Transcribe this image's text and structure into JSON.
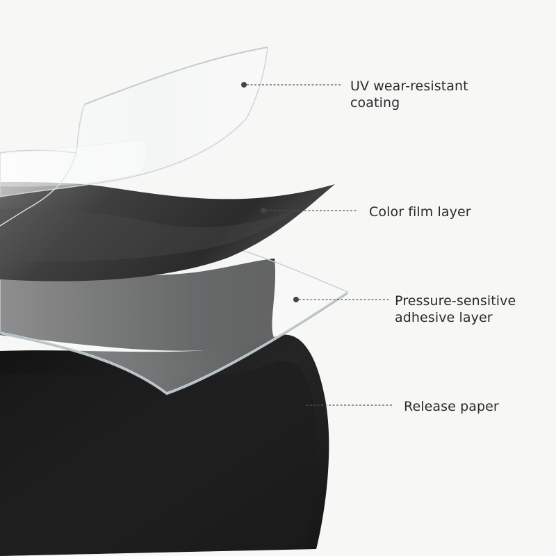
{
  "diagram": {
    "layers": [
      {
        "id": "uv",
        "lines": [
          "UV wear-resistant",
          "coating"
        ]
      },
      {
        "id": "color",
        "lines": [
          "Color film layer"
        ]
      },
      {
        "id": "psa",
        "lines": [
          "Pressure-sensitive",
          "adhesive layer"
        ]
      },
      {
        "id": "release",
        "lines": [
          "Release paper"
        ]
      }
    ],
    "colors": {
      "background": "#f7f7f6",
      "release_paper": "#1e1e1e",
      "color_film": "#3a3a3a",
      "clear_film_edge": "#c9d2d6",
      "leader_line": "#555555",
      "label_text": "#2a2a2a"
    }
  }
}
